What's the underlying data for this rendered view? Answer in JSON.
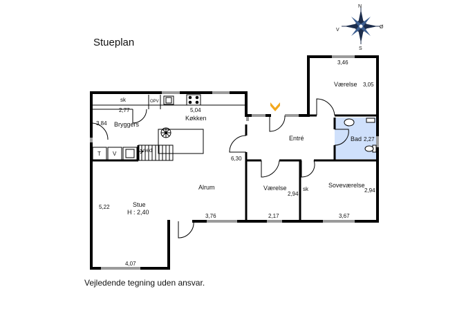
{
  "title": "Stueplan",
  "footer": "Vejledende tegning uden ansvar.",
  "compass": {
    "north": "N",
    "south": "S",
    "east": "Ø",
    "west": "V"
  },
  "rooms": {
    "kokken": "Køkken",
    "bryggers": "Bryggers",
    "alrum": "Alrum",
    "stue": "Stue",
    "stue_height": "H : 2,40",
    "entre": "Entré",
    "vaerelse_north": "Værelse",
    "vaerelse_south": "Værelse",
    "bad": "Bad",
    "sovevaerelse": "Soveværelse"
  },
  "labels": {
    "sk_top": "sk",
    "sk_mid": "sk",
    "opv": "OPV",
    "ned": "ned",
    "t": "T",
    "v": "V"
  },
  "dimensions": {
    "kokken_width": "5,04",
    "bryggers_width": "2,77",
    "bryggers_depth": "3,84",
    "alrum_depth": "6,30",
    "alrum_width": "3,76",
    "stue_depth": "5,22",
    "stue_width": "4,07",
    "vaerelse_north_width": "3,46",
    "vaerelse_north_depth": "3,05",
    "bad_size": "2,27",
    "vaerelse_south_width": "2,17",
    "vaerelse_south_depth": "2,94",
    "sovevaerelse_width": "3,67",
    "sovevaerelse_depth": "2,94"
  },
  "colors": {
    "wall": "#000000",
    "bath_fill": "#cfe0fb",
    "window": "#9a9a9a",
    "entrance_marker": "#f2a81d"
  }
}
